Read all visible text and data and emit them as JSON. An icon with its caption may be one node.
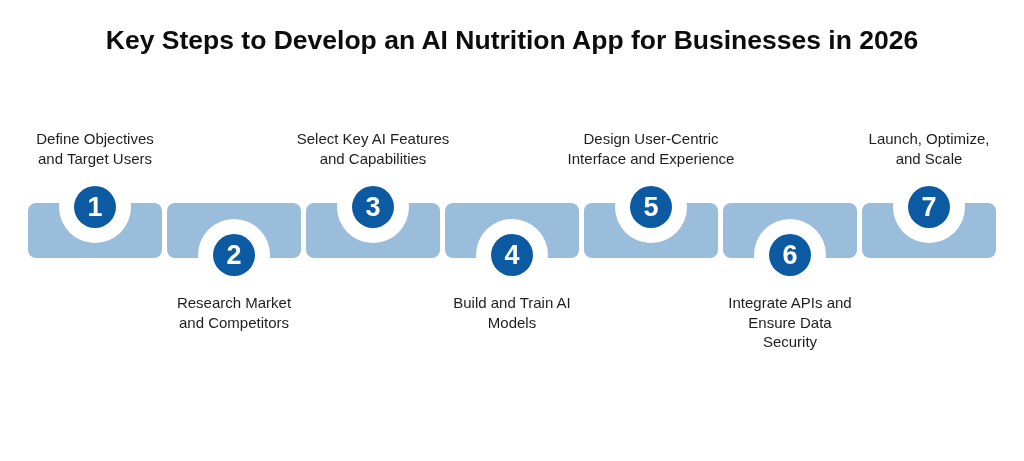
{
  "diagram": {
    "title": "Key Steps to Develop an AI Nutrition App for Businesses in 2026",
    "nodes": [
      {
        "text": [],
        "shape": "bar"
      },
      {
        "text": [
          "1"
        ],
        "beside": [
          "Define Objectives and Target Users"
        ]
      },
      {
        "text": [],
        "shape": "bar"
      },
      {
        "text": [
          "2"
        ],
        "beside": [
          "Research Market and Competitors"
        ]
      },
      {
        "text": [],
        "shape": "bar"
      },
      {
        "text": [
          "3"
        ],
        "beside": [
          "Select Key AI Features and Capabilities"
        ]
      },
      {
        "text": [],
        "shape": "bar"
      },
      {
        "text": [
          "4"
        ],
        "beside": [
          "Build and Train AI Models"
        ]
      },
      {
        "text": [],
        "shape": "bar"
      },
      {
        "text": [
          "5"
        ],
        "beside": [
          "Design User-Centric Interface and Experience"
        ]
      },
      {
        "text": [],
        "shape": "bar"
      },
      {
        "text": [
          "6"
        ],
        "beside": [
          "Integrate APIs and Ensure Data Security"
        ]
      },
      {
        "text": [],
        "shape": "bar"
      },
      {
        "text": [
          "7"
        ],
        "beside": [
          "Launch, Optimize, and Scale"
        ]
      }
    ]
  }
}
